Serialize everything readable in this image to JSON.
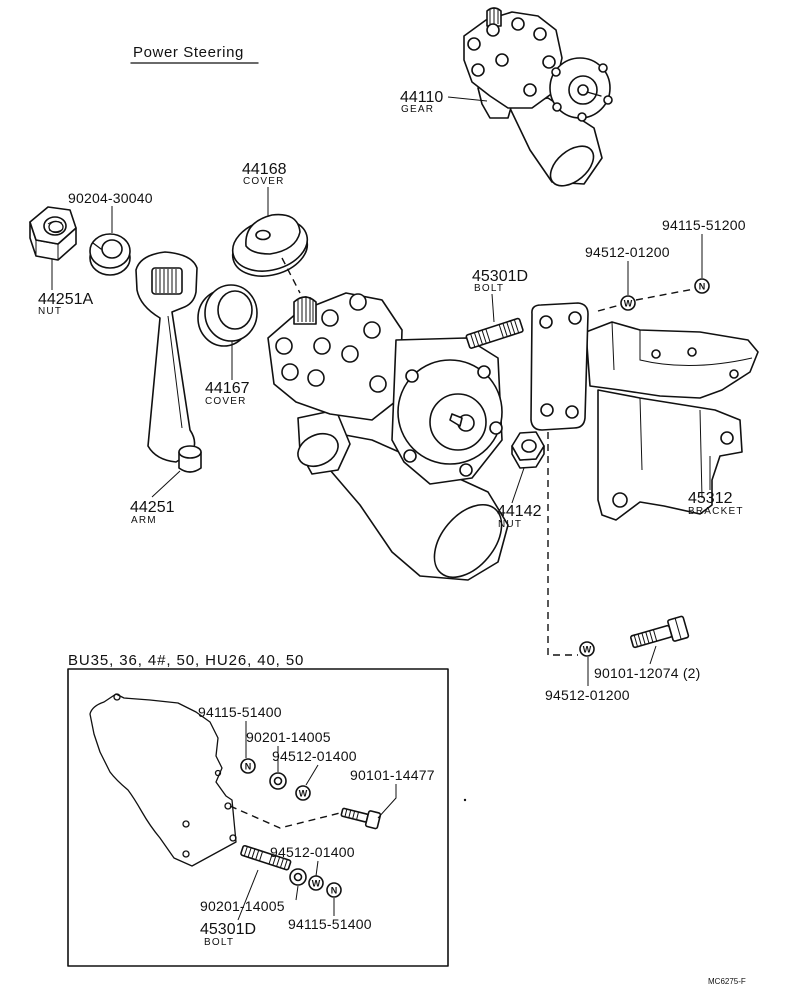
{
  "title": "Power Steering",
  "symbols": {
    "n": "N",
    "w": "W"
  },
  "parts": {
    "gear_top": {
      "number": "44110",
      "name": "GEAR"
    },
    "cover_dome": {
      "number": "44168",
      "name": "COVER"
    },
    "washer_spring": {
      "number": "90204-30040"
    },
    "washer_n_top": {
      "number": "94115-51200"
    },
    "washer_w_top": {
      "number": "94512-01200"
    },
    "stud_bolt": {
      "number": "45301D",
      "name": "BOLT"
    },
    "nut_arm": {
      "number": "44251A",
      "name": "NUT"
    },
    "cover_seal": {
      "number": "44167",
      "name": "COVER"
    },
    "nut_bracket": {
      "number": "44142",
      "name": "NUT"
    },
    "bracket": {
      "number": "45312",
      "name": "BRACKET"
    },
    "arm": {
      "number": "44251",
      "name": "ARM"
    },
    "washer_w_bottom": {
      "number": "94512-01200"
    },
    "bolt_bracket": {
      "number": "90101-12074 (2)"
    }
  },
  "inset": {
    "models": "BU35, 36, 4#, 50, HU26, 40, 50",
    "labels": {
      "n_upper": "94115-51400",
      "washer_upper": "90201-14005",
      "w_upper": "94512-01400",
      "bolt": "90101-14477",
      "w_lower": "94512-01400",
      "washer_lower": "90201-14005",
      "n_lower": "94115-51400",
      "stud_number": "45301D",
      "stud_name": "BOLT"
    }
  },
  "drawing_code": "MC6275-F"
}
